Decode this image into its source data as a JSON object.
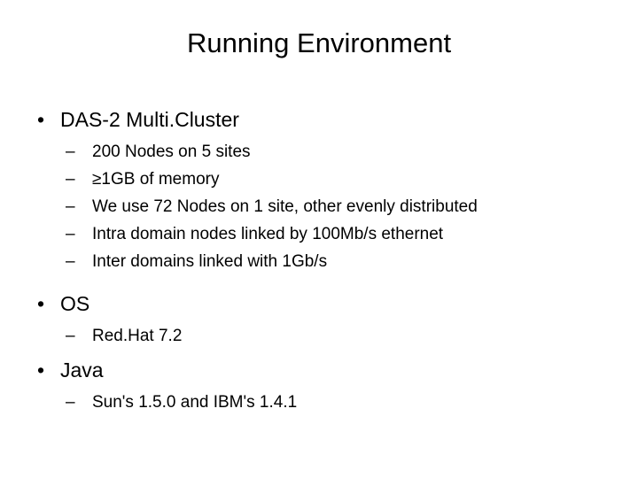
{
  "slide": {
    "title": "Running Environment",
    "bullet_glyph": "•",
    "dash_glyph": "–",
    "sections": [
      {
        "heading": "DAS-2 Multi.Cluster",
        "items": [
          "200 Nodes on 5 sites",
          "≥1GB of memory",
          "We use 72 Nodes on 1 site, other evenly distributed",
          "Intra domain nodes linked by 100Mb/s ethernet",
          "Inter domains linked with 1Gb/s"
        ]
      },
      {
        "heading": "OS",
        "items": [
          "Red.Hat 7.2"
        ]
      },
      {
        "heading": "Java",
        "items": [
          "Sun's 1.5.0 and IBM's 1.4.1"
        ]
      }
    ]
  }
}
